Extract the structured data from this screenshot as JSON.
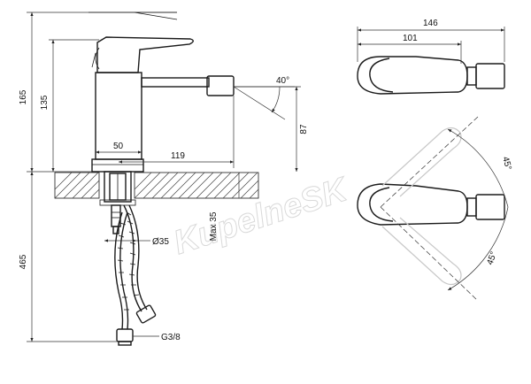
{
  "dimensions": {
    "overall_height": "165",
    "body_height": "135",
    "outlet_height": "87",
    "outlet_angle": "40°",
    "base_diameter": "50",
    "spout_reach": "119",
    "deck_thickness": "Max 35",
    "hole_diameter": "Ø35",
    "hose_length": "465",
    "hose_thread": "G3/8",
    "top_total_width": "146",
    "top_body_width": "101",
    "rotation_angle_upper": "45°",
    "rotation_angle_lower": "45°"
  },
  "watermark": "KupelneSK"
}
